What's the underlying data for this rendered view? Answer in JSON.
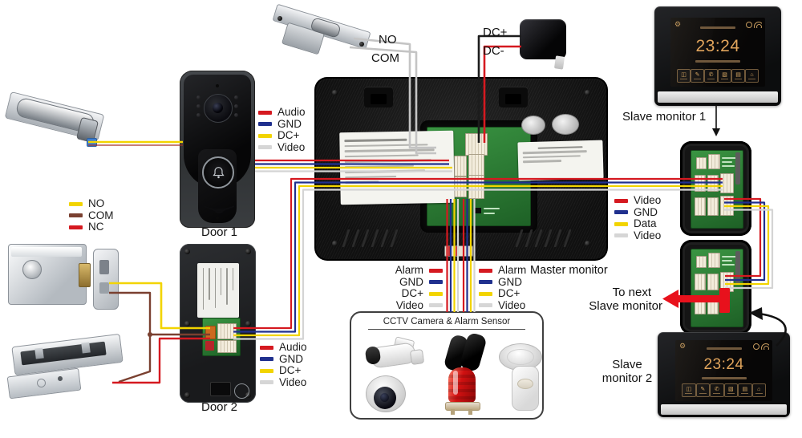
{
  "page": {
    "background": "#ffffff"
  },
  "wire_colors": {
    "audio_red": "#d51920",
    "gnd_blue": "#20308e",
    "dc_yellow": "#f2d400",
    "video_white": "#d6d6d6",
    "no_yellow": "#f2d400",
    "com_brown": "#7a4030",
    "nc_red": "#d51920",
    "data_yellow": "#f2d400",
    "strike_gray": "#c0c0c0",
    "power_black": "#1c1c1c",
    "power_red": "#d51920",
    "arrow_red": "#e8111c"
  },
  "top_labels": {
    "no": "NO",
    "com": "COM",
    "dc_plus": "DC+",
    "dc_minus": "DC-"
  },
  "legend_door1": {
    "items": [
      {
        "label": "Audio",
        "color": "#d51920"
      },
      {
        "label": "GND",
        "color": "#20308e"
      },
      {
        "label": "DC+",
        "color": "#f2d400"
      },
      {
        "label": "Video",
        "color": "#d6d6d6"
      }
    ]
  },
  "legend_lock": {
    "items": [
      {
        "label": "NO",
        "color": "#f2d400"
      },
      {
        "label": "COM",
        "color": "#7a4030"
      },
      {
        "label": "NC",
        "color": "#d51920"
      }
    ]
  },
  "legend_door2": {
    "items": [
      {
        "label": "Audio",
        "color": "#d51920"
      },
      {
        "label": "GND",
        "color": "#20308e"
      },
      {
        "label": "DC+",
        "color": "#f2d400"
      },
      {
        "label": "Video",
        "color": "#d6d6d6"
      }
    ]
  },
  "legend_alarm_left": {
    "items": [
      {
        "label": "Alarm",
        "color": "#d51920"
      },
      {
        "label": "GND",
        "color": "#20308e"
      },
      {
        "label": "DC+",
        "color": "#f2d400"
      },
      {
        "label": "Video",
        "color": "#d6d6d6"
      }
    ]
  },
  "legend_alarm_right": {
    "items": [
      {
        "label": "Alarm",
        "color": "#d51920"
      },
      {
        "label": "GND",
        "color": "#20308e"
      },
      {
        "label": "DC+",
        "color": "#f2d400"
      },
      {
        "label": "Video",
        "color": "#d6d6d6"
      }
    ]
  },
  "legend_slave": {
    "items": [
      {
        "label": "Video",
        "color": "#d51920"
      },
      {
        "label": "GND",
        "color": "#20308e"
      },
      {
        "label": "Data",
        "color": "#f2d400"
      },
      {
        "label": "Video",
        "color": "#d6d6d6"
      }
    ]
  },
  "captions": {
    "door1": "Door 1",
    "door2": "Door 2",
    "master": "Master monitor",
    "slave1": "Slave monitor 1",
    "to_next_line1": "To next",
    "to_next_line2": "Slave monitor",
    "slave2_line1": "Slave",
    "slave2_line2": "monitor 2",
    "cctv": "CCTV Camera & Alarm Sensor"
  },
  "screens": {
    "clock": "23:24",
    "app_icons": [
      "◫",
      "✎",
      "✆",
      "▧",
      "▤",
      "⌂"
    ]
  }
}
